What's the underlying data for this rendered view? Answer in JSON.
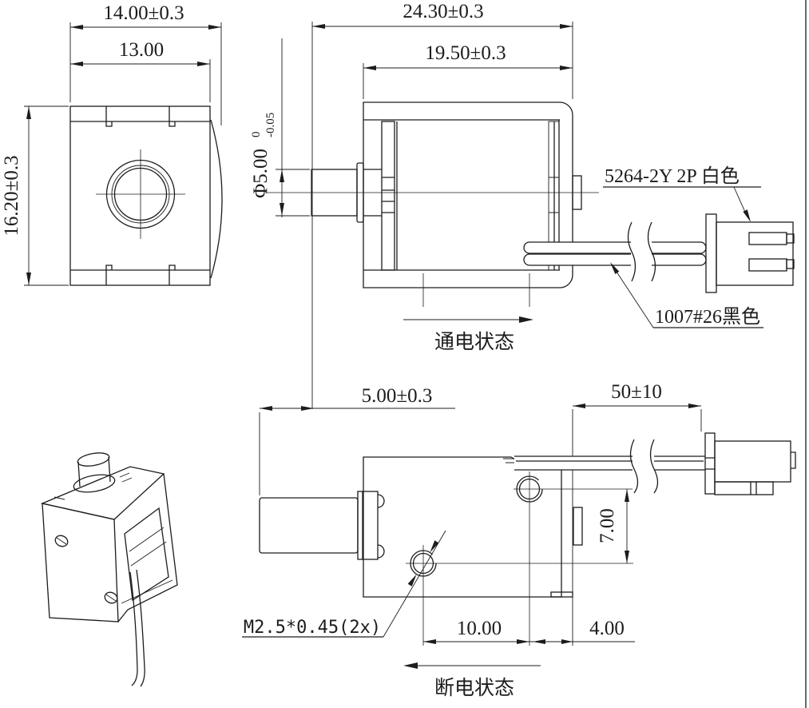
{
  "drawing": {
    "type": "solenoid-engineering-drawing",
    "colors": {
      "line": "#1c1c1c",
      "background": "#ffffff"
    },
    "front_view": {
      "overall_width": "14.00±0.3",
      "body_width": "13.00",
      "height": "16.20±0.3"
    },
    "energized_view": {
      "overall_length": "24.30±0.3",
      "body_length": "19.50±0.3",
      "shaft_diameter": "Φ5.00",
      "shaft_tol_upper": "0",
      "shaft_tol_lower": "-0.05",
      "connector_label": "5264-2Y 2P 白色",
      "wire_label": "1007#26黑色",
      "state_label": "通电状态"
    },
    "deenergized_view": {
      "stroke": "5.00±0.3",
      "lead_length": "50±10",
      "hole_vertical_offset": "7.00",
      "hole_spacing": "10.00",
      "hole_edge_distance": "4.00",
      "thread_label": "M2.5*0.45(2x)",
      "state_label": "断电状态"
    }
  }
}
